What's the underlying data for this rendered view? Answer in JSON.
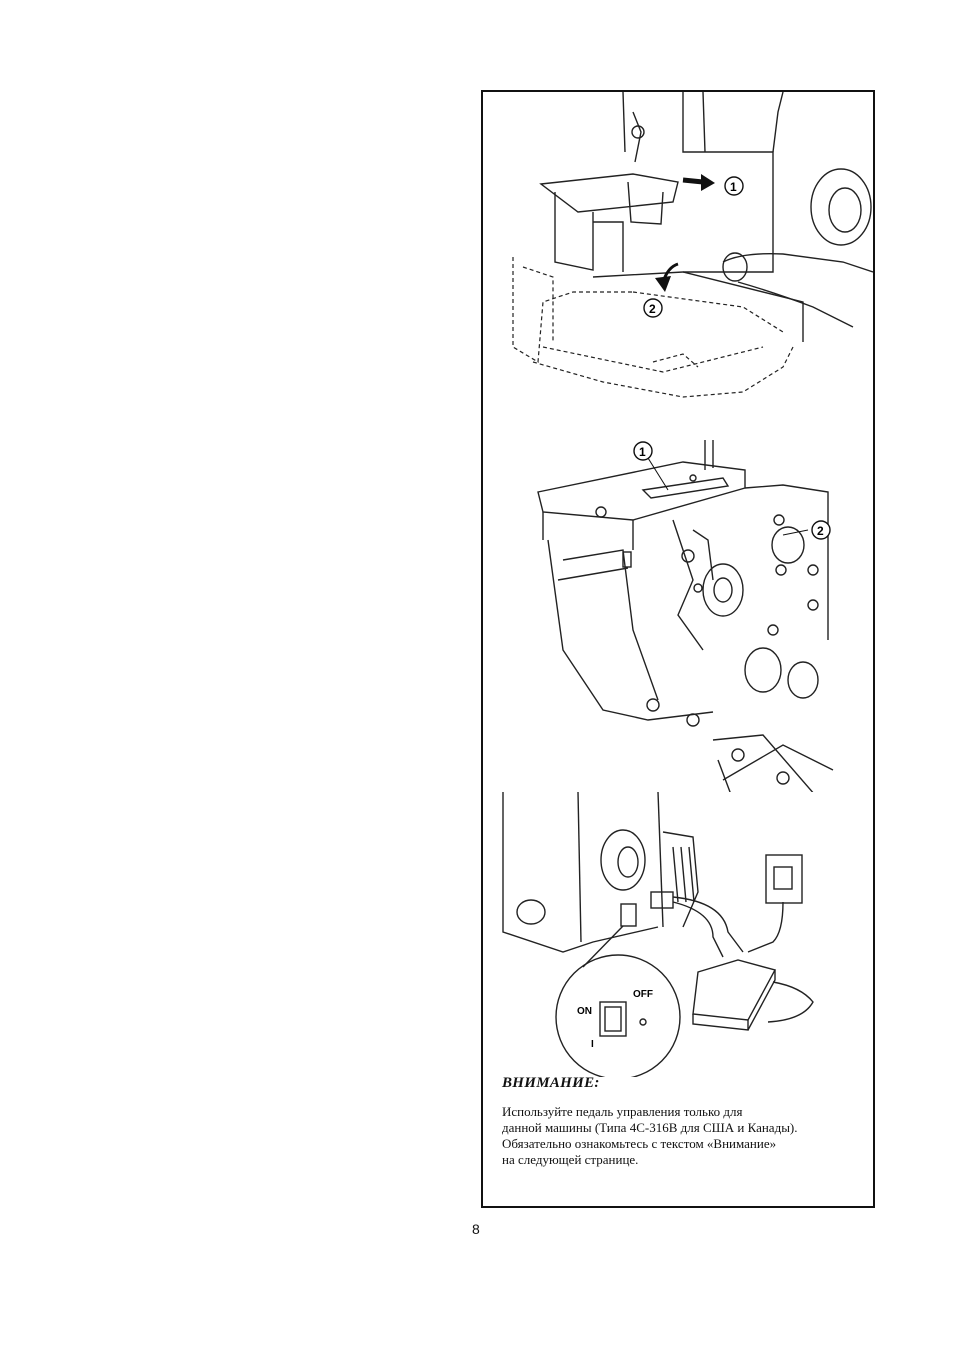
{
  "figures": {
    "remove_cover": {
      "callout_1": "1",
      "callout_2": "2"
    },
    "needle_plate": {
      "callout_1": "1",
      "callout_2": "2"
    },
    "power_switch": {
      "on_label": "ON",
      "off_label": "OFF",
      "on_symbol": "I",
      "off_symbol": "O"
    }
  },
  "caution": {
    "title": "ВНИМАНИЕ:",
    "body": "Используйте педаль управления только для\nданной машины (Типа 4С-316В для США и Канады).\nОбязательно ознакомьтесь с текстом «Внимание»\nна следующей странице."
  },
  "page_number": "8"
}
